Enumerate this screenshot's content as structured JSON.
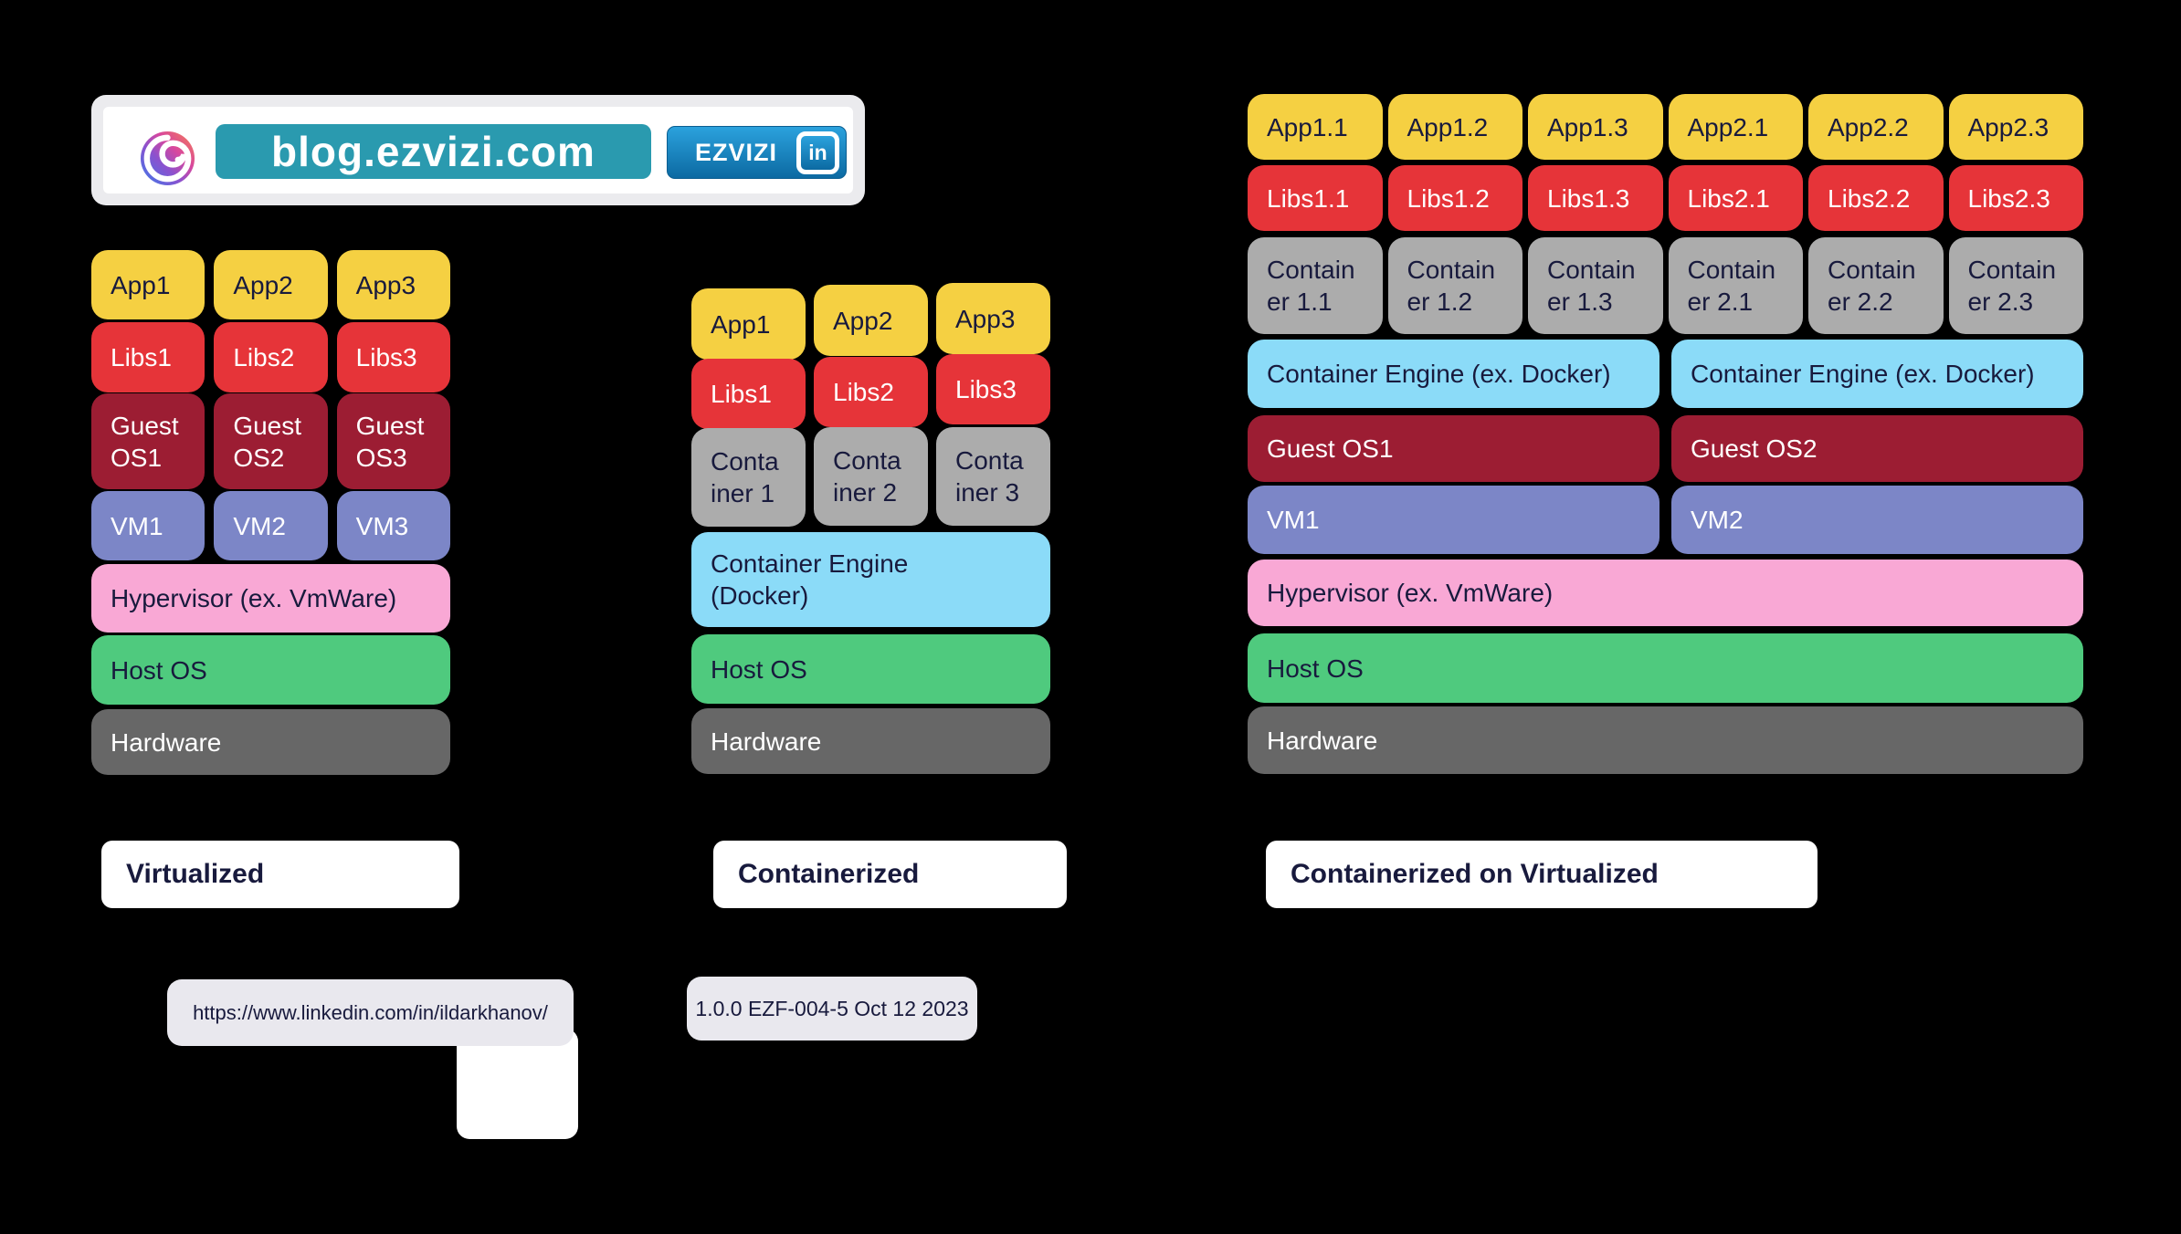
{
  "banner": {
    "domain": "blog.ezvizi.com",
    "brand": "EZVIZI",
    "linkedin_glyph": "in"
  },
  "stacks": [
    {
      "title": "Virtualized",
      "rows": [
        {
          "kind": "app",
          "cells": [
            "App1",
            "App2",
            "App3"
          ]
        },
        {
          "kind": "libs",
          "cells": [
            "Libs1",
            "Libs2",
            "Libs3"
          ]
        },
        {
          "kind": "guest",
          "cells": [
            "Guest\nOS1",
            "Guest\nOS2",
            "Guest\nOS3"
          ]
        },
        {
          "kind": "vm",
          "cells": [
            "VM1",
            "VM2",
            "VM3"
          ]
        },
        {
          "kind": "hypervisor",
          "cells": [
            "Hypervisor (ex. VmWare)"
          ]
        },
        {
          "kind": "hostos",
          "cells": [
            "Host OS"
          ]
        },
        {
          "kind": "hardware",
          "cells": [
            "Hardware"
          ]
        }
      ]
    },
    {
      "title": "Containerized",
      "rows": [
        {
          "kind": "app",
          "cells": [
            "App1",
            "App2",
            "App3"
          ]
        },
        {
          "kind": "libs",
          "cells": [
            "Libs1",
            "Libs2",
            "Libs3"
          ]
        },
        {
          "kind": "container",
          "cells": [
            "Conta\niner 1",
            "Conta\niner 2",
            "Conta\niner 3"
          ]
        },
        {
          "kind": "engine",
          "cells": [
            "Container Engine\n(Docker)"
          ]
        },
        {
          "kind": "hostos",
          "cells": [
            "Host OS"
          ]
        },
        {
          "kind": "hardware",
          "cells": [
            "Hardware"
          ]
        }
      ]
    },
    {
      "title": "Containerized on Virtualized",
      "rows": [
        {
          "kind": "app",
          "cells": [
            "App1.1",
            "App1.2",
            "App1.3",
            "App2.1",
            "App2.2",
            "App2.3"
          ]
        },
        {
          "kind": "libs",
          "cells": [
            "Libs1.1",
            "Libs1.2",
            "Libs1.3",
            "Libs2.1",
            "Libs2.2",
            "Libs2.3"
          ]
        },
        {
          "kind": "container",
          "cells": [
            "Contain\ner 1.1",
            "Contain\ner 1.2",
            "Contain\ner 1.3",
            "Contain\ner 2.1",
            "Contain\ner 2.2",
            "Contain\ner 2.3"
          ]
        },
        {
          "kind": "engine",
          "cells": [
            "Container Engine (ex. Docker)",
            "Container Engine (ex. Docker)"
          ]
        },
        {
          "kind": "guest",
          "cells": [
            "Guest OS1",
            "Guest OS2"
          ]
        },
        {
          "kind": "vm",
          "cells": [
            "VM1",
            "VM2"
          ]
        },
        {
          "kind": "hypervisor",
          "cells": [
            "Hypervisor (ex. VmWare)"
          ]
        },
        {
          "kind": "hostos",
          "cells": [
            "Host OS"
          ]
        },
        {
          "kind": "hardware",
          "cells": [
            "Hardware"
          ]
        }
      ]
    }
  ],
  "footer": {
    "linkedin_url": "https://www.linkedin.com/in/ildarkhanov/",
    "version": "1.0.0 EZF-004-5 Oct 12 2023"
  },
  "colors": {
    "app": "#F5D042",
    "libs": "#E63439",
    "guest": "#9C1D33",
    "vm": "#7C86C7",
    "container": "#ACACAC",
    "engine": "#8BDBF8",
    "hypervisor": "#F9A8D5",
    "hostos": "#4FCA7E",
    "hardware": "#676767",
    "text_dark": "#181A3D",
    "banner_teal": "#2A9AAF",
    "btn_top": "#2BA2DD",
    "btn_btm": "#0C6AA2",
    "chip": "#E9E8EE",
    "banner_frame": "#EBEBEE"
  }
}
